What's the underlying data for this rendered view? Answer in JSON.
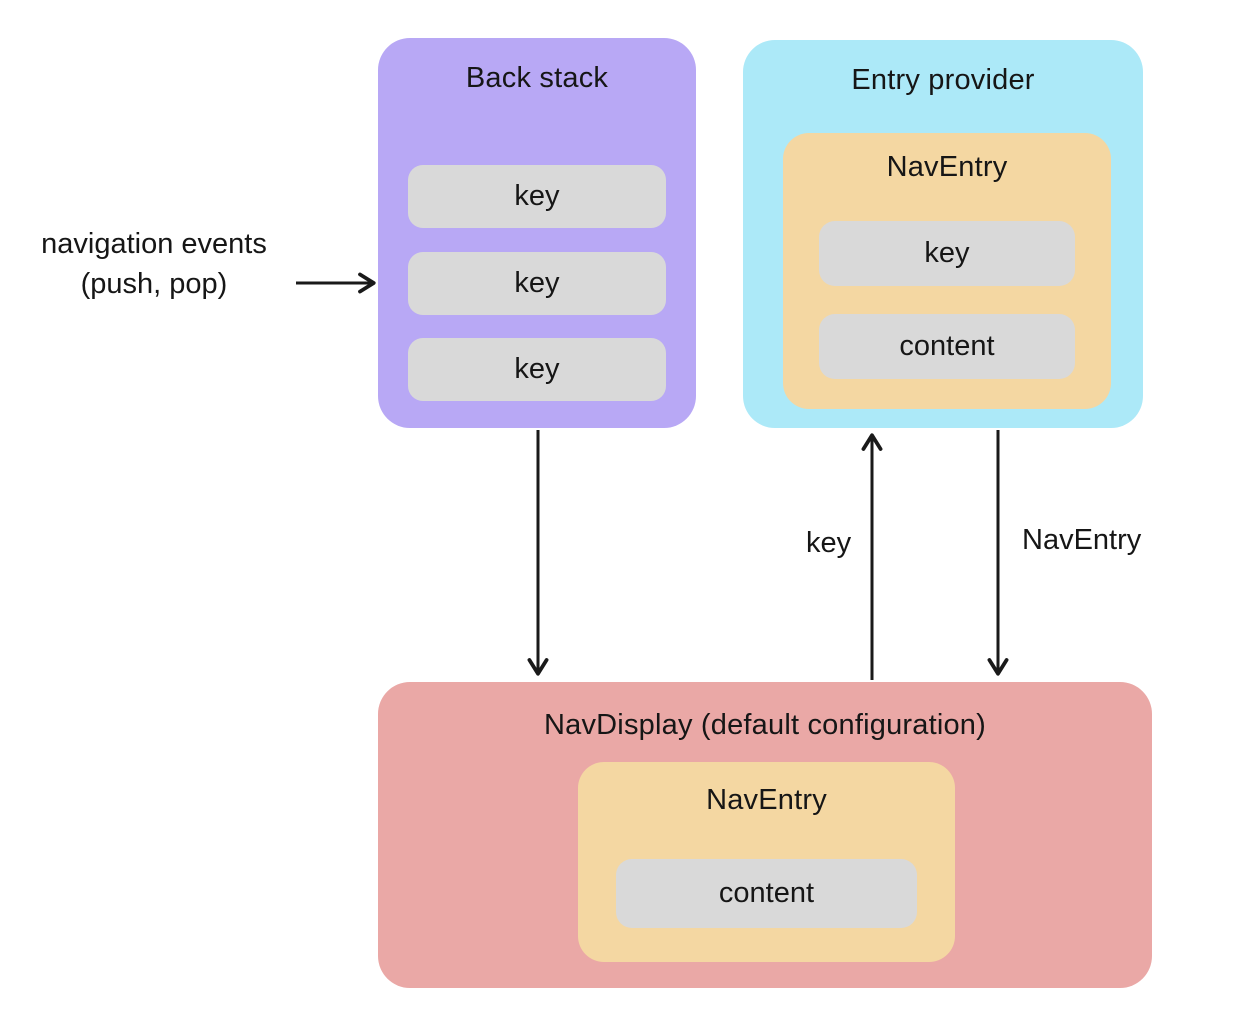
{
  "colors": {
    "background": "#ffffff",
    "back_stack_fill": "#b8a8f5",
    "entry_provider_fill": "#ace9f8",
    "nav_entry_fill": "#f4d7a2",
    "pill_fill": "#d9d9d9",
    "nav_display_fill": "#eaa8a6",
    "arrow_stroke": "#1a1a1a",
    "text": "#161616"
  },
  "external_label": {
    "line1": "navigation events",
    "line2": "(push, pop)"
  },
  "back_stack": {
    "title": "Back stack",
    "keys": [
      "key",
      "key",
      "key"
    ]
  },
  "entry_provider": {
    "title": "Entry provider",
    "nav_entry": {
      "title": "NavEntry",
      "key_label": "key",
      "content_label": "content"
    }
  },
  "nav_display": {
    "title": "NavDisplay (default configuration)",
    "nav_entry": {
      "title": "NavEntry",
      "content_label": "content"
    }
  },
  "arrow_labels": {
    "key": "key",
    "nav_entry": "NavEntry"
  }
}
